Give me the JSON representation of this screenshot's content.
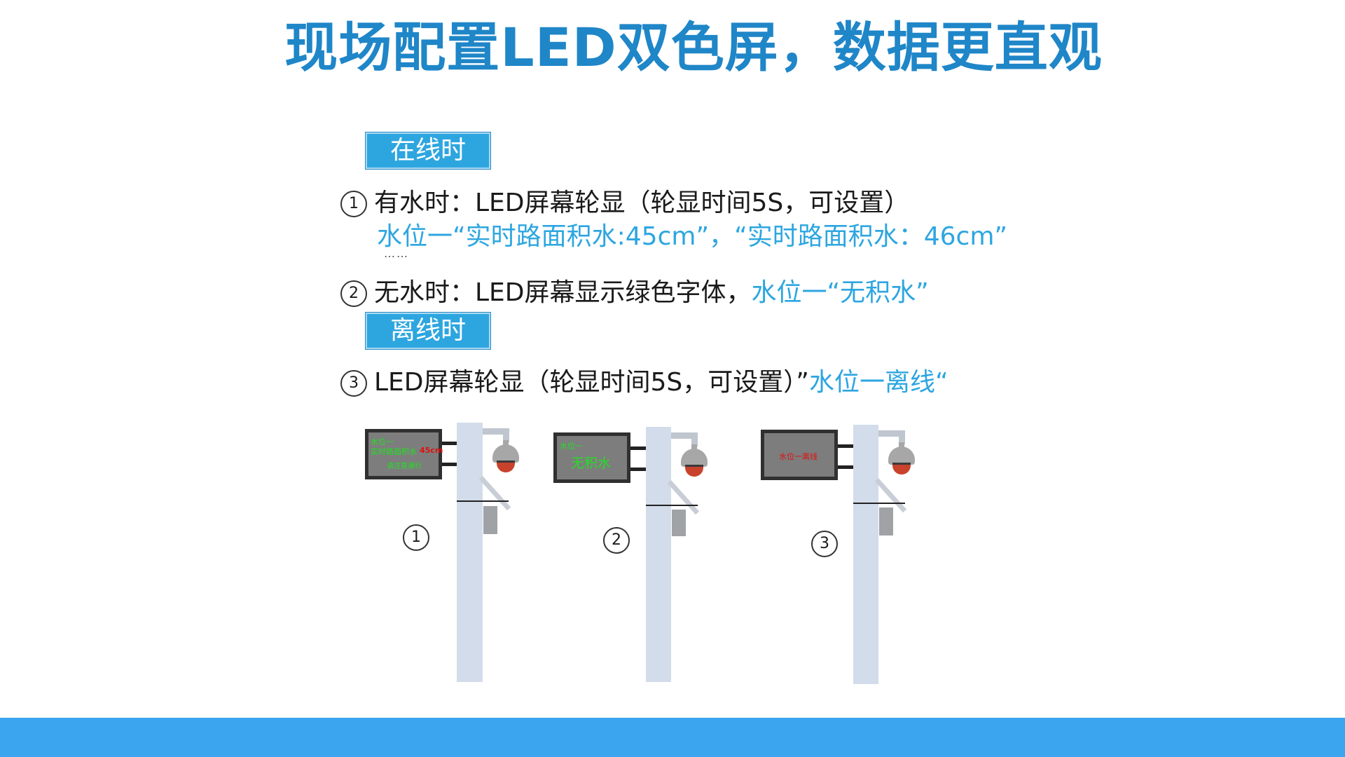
{
  "title": "现场配置LED双色屏，数据更直观",
  "sections": {
    "online": "在线时",
    "offline": "离线时"
  },
  "items": {
    "item1": {
      "number": "1",
      "text": "有水时：LED屏幕轮显（轮显时间5S，可设置）",
      "sub": "水位一“实时路面积水:45cm”，“实时路面积水：46cm”",
      "ellipsis": "……"
    },
    "item2": {
      "number": "2",
      "text": "无水时：LED屏幕显示绿色字体，",
      "highlight": "水位一“无积水”"
    },
    "item3": {
      "number": "3",
      "text": "LED屏幕轮显（轮显时间5S，可设置）”",
      "highlight": "水位一离线“"
    }
  },
  "diagrams": {
    "d1": {
      "number": "1",
      "line1": "水位一",
      "line2": "实时路面积水",
      "value": "45cm",
      "line3": "请注意通行"
    },
    "d2": {
      "number": "2",
      "line1": "水位一",
      "main": "无积水"
    },
    "d3": {
      "number": "3",
      "main": "水位一离线"
    }
  },
  "colors": {
    "title": "#1f86c8",
    "accent": "#2da6e0",
    "led_green": "#22e022",
    "led_red": "#e01010",
    "footer": "#3ba5f0"
  }
}
